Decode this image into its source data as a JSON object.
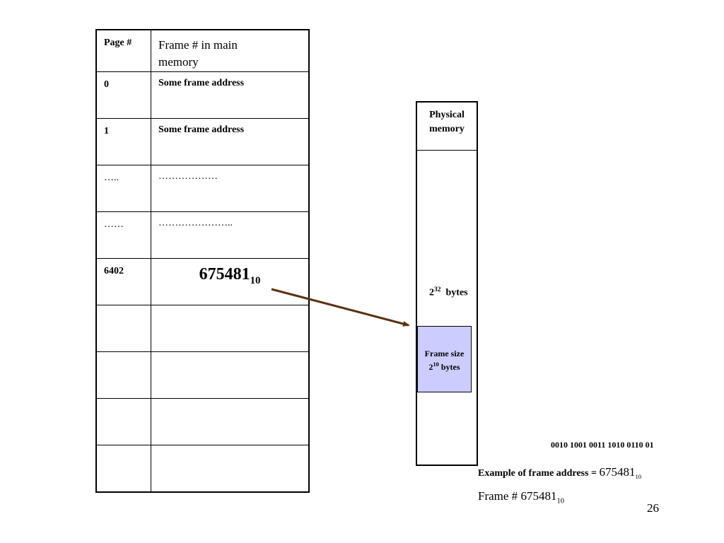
{
  "table": {
    "header": {
      "page": "Page #",
      "frame": "Frame # in main memory"
    },
    "rows": [
      {
        "page": "0",
        "frame": "Some frame address"
      },
      {
        "page": "1",
        "frame": "Some frame address"
      },
      {
        "page": "…..",
        "frame": "………………"
      },
      {
        "page": "……",
        "frame": "………………….."
      },
      {
        "page": "6402",
        "frame_num": "675481",
        "frame_sub": "10"
      },
      {
        "page": "",
        "frame": ""
      },
      {
        "page": "",
        "frame": ""
      },
      {
        "page": "",
        "frame": ""
      },
      {
        "page": "",
        "frame": ""
      }
    ]
  },
  "physical_memory": {
    "title": "Physical memory",
    "size_base": "2",
    "size_exp": "32",
    "size_unit": "bytes",
    "frame_label": "Frame size",
    "frame_base": "2",
    "frame_exp": "10",
    "frame_unit": "bytes"
  },
  "binary_address": "0010 1001 0011 1010 0110 01",
  "caption": {
    "example_label": "Example of frame address =",
    "example_value": "675481",
    "example_sub": "10",
    "frame_label": "Frame #",
    "frame_value": "675481",
    "frame_sub": "10"
  },
  "slide_number": "26",
  "colors": {
    "arrow": "#5a3210",
    "frame_fill": "#ccccff"
  }
}
